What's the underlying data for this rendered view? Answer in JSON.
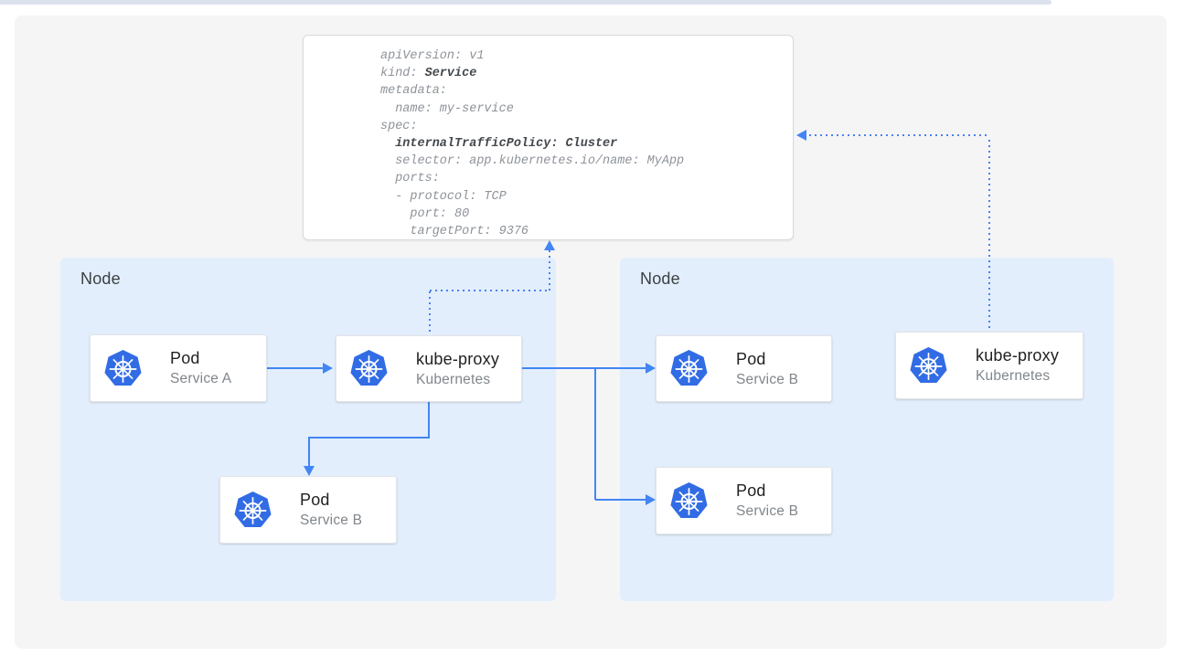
{
  "yaml_card": {
    "code_lines": [
      {
        "pre": "apiVersion: v1",
        "bold": "",
        "post": ""
      },
      {
        "pre": "kind: ",
        "bold": "Service",
        "post": ""
      },
      {
        "pre": "metadata:",
        "bold": "",
        "post": ""
      },
      {
        "pre": "  name: my-service",
        "bold": "",
        "post": ""
      },
      {
        "pre": "spec:",
        "bold": "",
        "post": ""
      },
      {
        "pre": "  ",
        "bold": "internalTrafficPolicy: Cluster",
        "post": ""
      },
      {
        "pre": "  selector: app.kubernetes.io/name: MyApp",
        "bold": "",
        "post": ""
      },
      {
        "pre": "  ports:",
        "bold": "",
        "post": ""
      },
      {
        "pre": "  - protocol: TCP",
        "bold": "",
        "post": ""
      },
      {
        "pre": "    port: 80",
        "bold": "",
        "post": ""
      },
      {
        "pre": "    targetPort: 9376",
        "bold": "",
        "post": ""
      }
    ]
  },
  "nodes": {
    "left": {
      "label": "Node"
    },
    "right": {
      "label": "Node"
    }
  },
  "cards": {
    "pod_a": {
      "icon": "kubernetes-logo",
      "title": "Pod",
      "subtitle": "Service A"
    },
    "kube_proxy_left": {
      "icon": "kubernetes-logo",
      "title": "kube-proxy",
      "subtitle": "Kubernetes"
    },
    "pod_b_left": {
      "icon": "kubernetes-logo",
      "title": "Pod",
      "subtitle": "Service B"
    },
    "pod_b_right_top": {
      "icon": "kubernetes-logo",
      "title": "Pod",
      "subtitle": "Service B"
    },
    "pod_b_right_bottom": {
      "icon": "kubernetes-logo",
      "title": "Pod",
      "subtitle": "Service B"
    },
    "kube_proxy_right": {
      "icon": "kubernetes-logo",
      "title": "kube-proxy",
      "subtitle": "Kubernetes"
    }
  },
  "colors": {
    "arrow_blue": "#4285f4",
    "dotted_blue": "#4c80f1",
    "node_fill": "#e2eefc",
    "panel_gray": "#f5f5f6",
    "kubernetes_blue": "#326ce5",
    "code_text": "#8e9399",
    "code_bold_text": "#43484d",
    "card_title_text": "#212121",
    "card_subtitle_text": "#80868b"
  }
}
